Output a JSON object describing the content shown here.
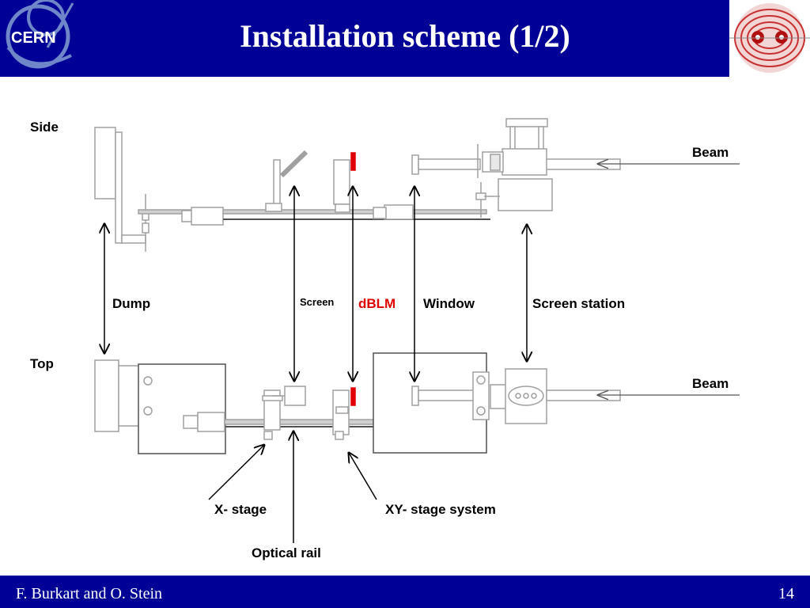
{
  "slide": {
    "title": "Installation scheme (1/2)",
    "logo_text": "CERN",
    "footer_authors": "F. Burkart and O. Stein",
    "page_number": "14"
  },
  "diagram": {
    "labels": {
      "side": "Side",
      "top": "Top",
      "beam_side": "Beam",
      "beam_top": "Beam",
      "dump": "Dump",
      "screen": "Screen",
      "dblm": "dBLM",
      "window": "Window",
      "screen_station": "Screen station",
      "x_stage": "X- stage",
      "xy_stage_system": "XY- stage system",
      "optical_rail": "Optical rail"
    }
  },
  "colors": {
    "header_bg": "#000096",
    "outline_gray": "#a0a0a0",
    "dblm_red": "#e00000"
  }
}
